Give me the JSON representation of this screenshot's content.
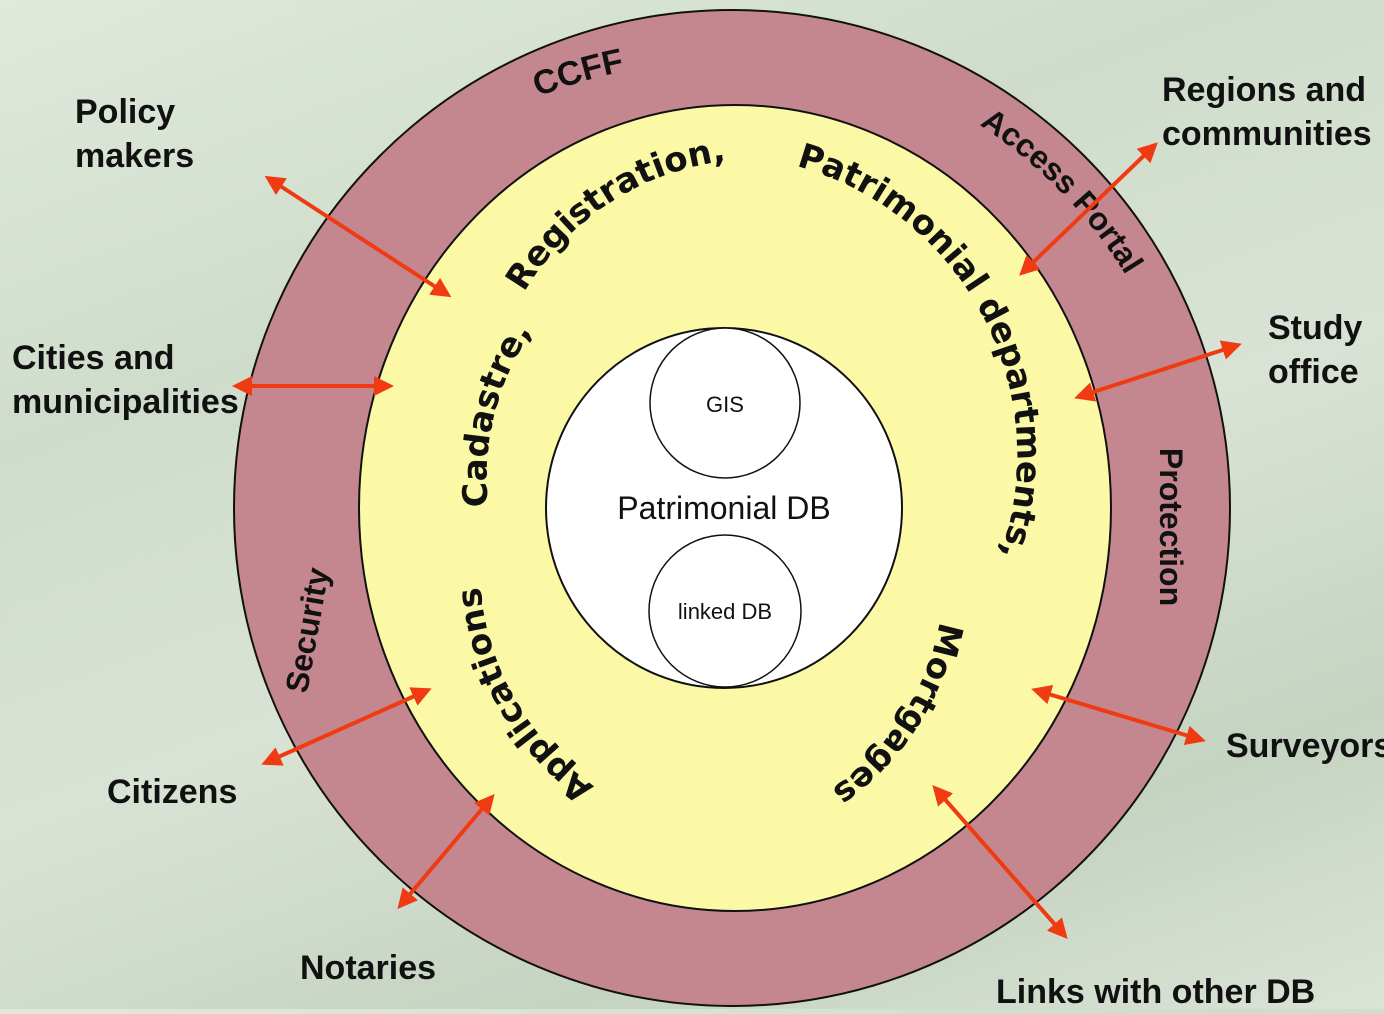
{
  "colors": {
    "outer_ring": "#c4878f",
    "middle_ring": "#fbf8a6",
    "inner": "#ffffff",
    "arrow": "#f03a12",
    "stroke": "#111111"
  },
  "outer_ring_labels": {
    "top": "CCFF",
    "top_right": "Access Portal",
    "right": "Protection",
    "left": "Security"
  },
  "middle_ring_labels": {
    "registration": "Registration,",
    "patrimonial": "Patrimonial departments,",
    "cadastre": "Cadastre,",
    "applications": "Applications",
    "mortgages": "Mortgages"
  },
  "core": {
    "title": "Patrimonial DB",
    "top_circle": "GIS",
    "bottom_circle": "linked DB"
  },
  "external_labels": {
    "policy_makers": "Policy\nmakers",
    "cities": "Cities and\nmunicipalities",
    "citizens": "Citizens",
    "notaries": "Notaries",
    "regions": "Regions and\ncommunities",
    "study_office": "Study\noffice",
    "surveyors": "Surveyors",
    "links": "Links with other DB"
  }
}
